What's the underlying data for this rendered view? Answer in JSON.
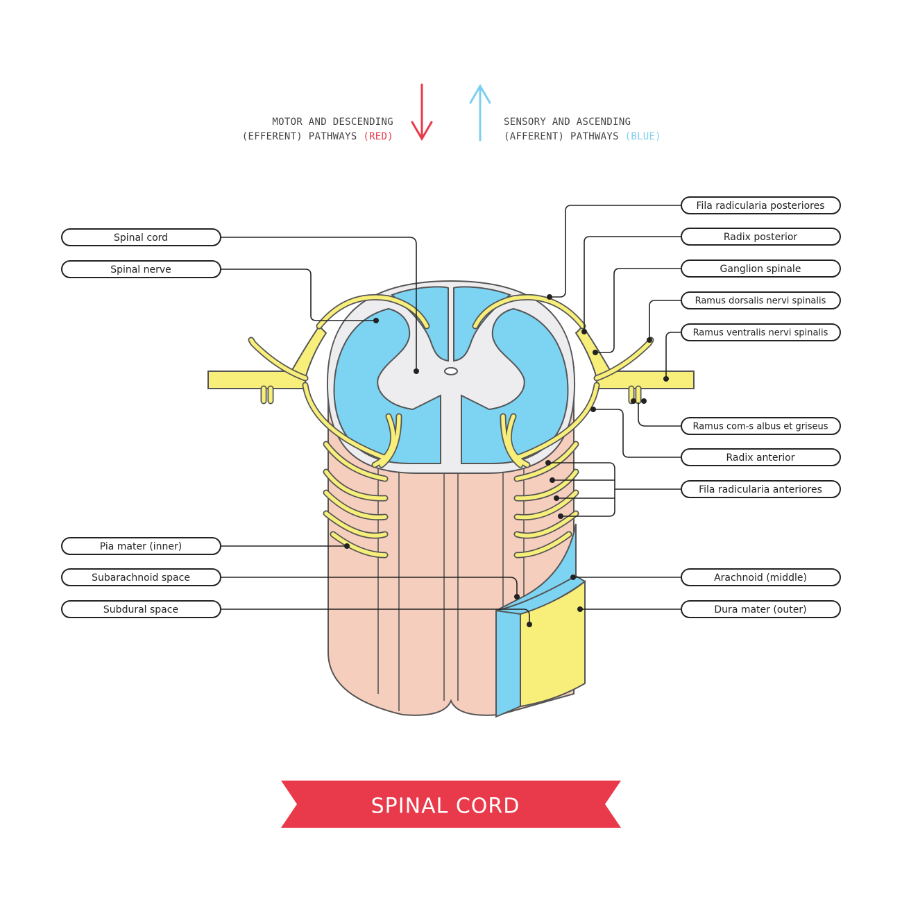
{
  "legend": {
    "motor_line1": "MOTOR AND DESCENDING",
    "motor_line2": "(EFFERENT) PATHWAYS",
    "motor_color_label": "(RED)",
    "sensory_line1": "SENSORY AND ASCENDING",
    "sensory_line2": "(AFFERENT) PATHWAYS",
    "sensory_color_label": "(BLUE)"
  },
  "colors": {
    "motor": "#e83a4a",
    "sensory": "#7dcff0",
    "white_matter": "#7dd3f2",
    "grey_matter": "#ededf0",
    "pia": "#f6cebe",
    "nerve": "#f7ef7a",
    "banner": "#e83a4a"
  },
  "labels_left": {
    "spinal_cord": "Spinal cord",
    "spinal_nerve": "Spinal nerve",
    "pia_mater": "Pia mater (inner)",
    "subarachnoid": "Subarachnoid space",
    "subdural": "Subdural space"
  },
  "labels_right": {
    "fila_posteriores": "Fila radicularia posteriores",
    "radix_posterior": "Radix posterior",
    "ganglion": "Ganglion spinale",
    "ramus_dorsalis": "Ramus dorsalis nervi spinalis",
    "ramus_ventralis": "Ramus ventralis nervi spinalis",
    "ramus_com": "Ramus com-s albus et griseus",
    "radix_anterior": "Radix anterior",
    "fila_anteriores": "Fila radicularia anteriores",
    "arachnoid": "Arachnoid (middle)",
    "dura": "Dura mater (outer)"
  },
  "banner": {
    "title": "SPINAL CORD"
  }
}
